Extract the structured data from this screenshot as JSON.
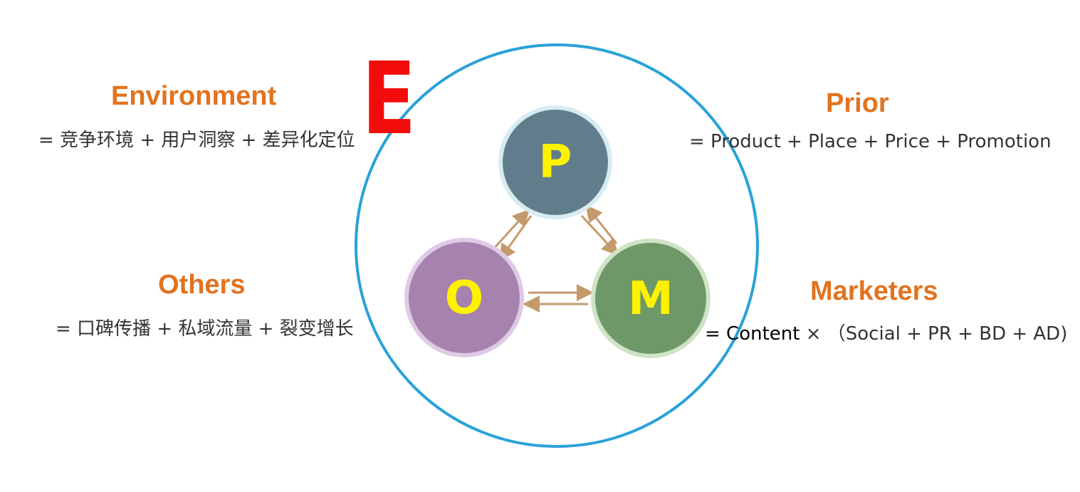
{
  "center_letter": "E",
  "nodes": {
    "p": {
      "letter": "P",
      "fill": "#617d8c"
    },
    "o": {
      "letter": "O",
      "fill": "#a683ae"
    },
    "m": {
      "letter": "M",
      "fill": "#6f9868"
    }
  },
  "colors": {
    "outer_circle": "#29a2d8",
    "heading": "#e2731f",
    "big_e": "#f20d0d",
    "node_letter": "#fff200",
    "arrow": "#c49a6c"
  },
  "environment": {
    "title": "Environment",
    "formula": "= 竞争环境 + 用户洞察 + 差异化定位"
  },
  "prior": {
    "title": "Prior",
    "formula": "= Product + Place + Price + Promotion"
  },
  "others": {
    "title": "Others",
    "formula": "= 口碑传播 + 私域流量 + 裂变增长"
  },
  "marketers": {
    "title": "Marketers",
    "formula_prefix": "= Content",
    "formula_rest": " × （Social + PR + BD + AD)"
  }
}
